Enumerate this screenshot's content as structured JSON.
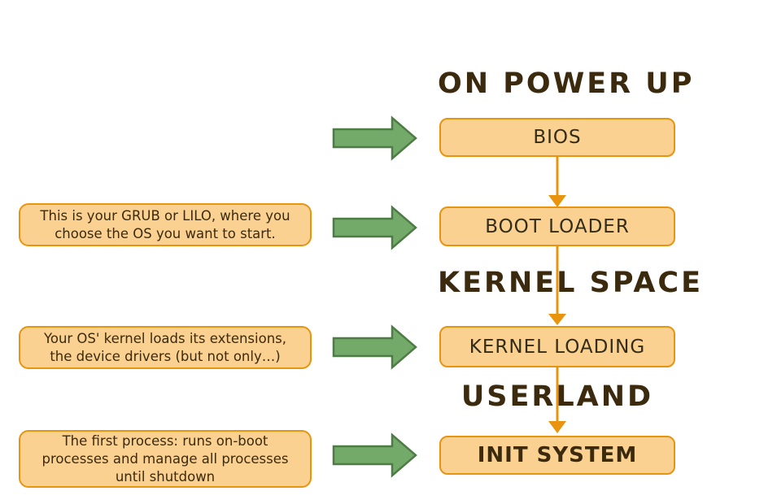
{
  "title": "Linux boot process diagram",
  "headings": {
    "power_up": "ON POWER UP",
    "kernel_space": "KERNEL SPACE",
    "userland": "USERLAND"
  },
  "steps": {
    "bios": "BIOS",
    "boot_loader": "BOOT LOADER",
    "kernel_loading": "KERNEL LOADING",
    "init_system": "INIT SYSTEM"
  },
  "notes": {
    "boot_loader": {
      "lines": [
        "This is your GRUB or LILO, where you",
        "choose the OS you want to start."
      ]
    },
    "kernel_loading": {
      "lines": [
        "Your OS' kernel loads its extensions,",
        "the device drivers (but not only…)"
      ]
    },
    "init_system": {
      "lines": [
        "The first process: runs on-boot",
        "processes and manage all processes",
        "until shutdown"
      ]
    }
  },
  "colors": {
    "background": "#ffffff",
    "box_fill": "#fbd191",
    "box_border": "#e8940f",
    "down_arrow": "#e8940f",
    "green_arrow_fill": "#74aa69",
    "green_arrow_border": "#4d7c44",
    "heading_text": "#3b2a0d",
    "box_label_text": "#332c18"
  }
}
